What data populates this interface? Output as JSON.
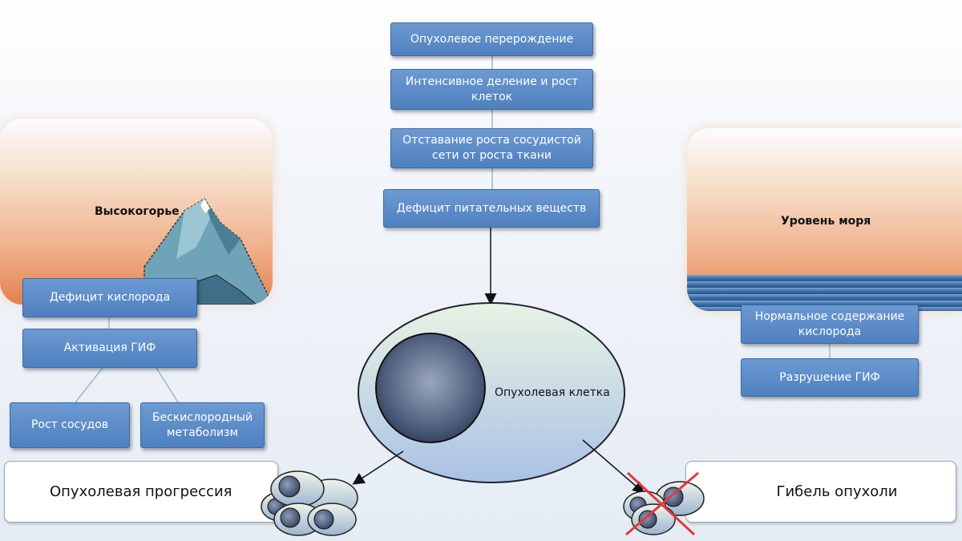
{
  "center_flow": [
    "Опухолевое перерождение",
    "Интенсивное деление и рост клеток",
    "Отставание роста сосудистой сети от роста ткани",
    "Дефицит питательных веществ"
  ],
  "cell_label": "Опухолевая клетка",
  "left": {
    "scene_label": "Высокогорье",
    "boxes": [
      "Дефицит кислорода",
      "Активация ГИФ",
      "Рост сосудов",
      "Бескислородный метаболизм"
    ],
    "outcome": "Опухолевая прогрессия"
  },
  "right": {
    "scene_label": "Уровень моря",
    "boxes": [
      "Нормальное содержание кислорода",
      "Разрушение ГИФ"
    ],
    "outcome": "Гибель опухоли"
  },
  "colors": {
    "box_fill": "#5b8ac8",
    "sunset": "#e3814f",
    "sea": "#2f5f9a",
    "mountain": "#5f93a8",
    "cross": "#e0393e"
  }
}
